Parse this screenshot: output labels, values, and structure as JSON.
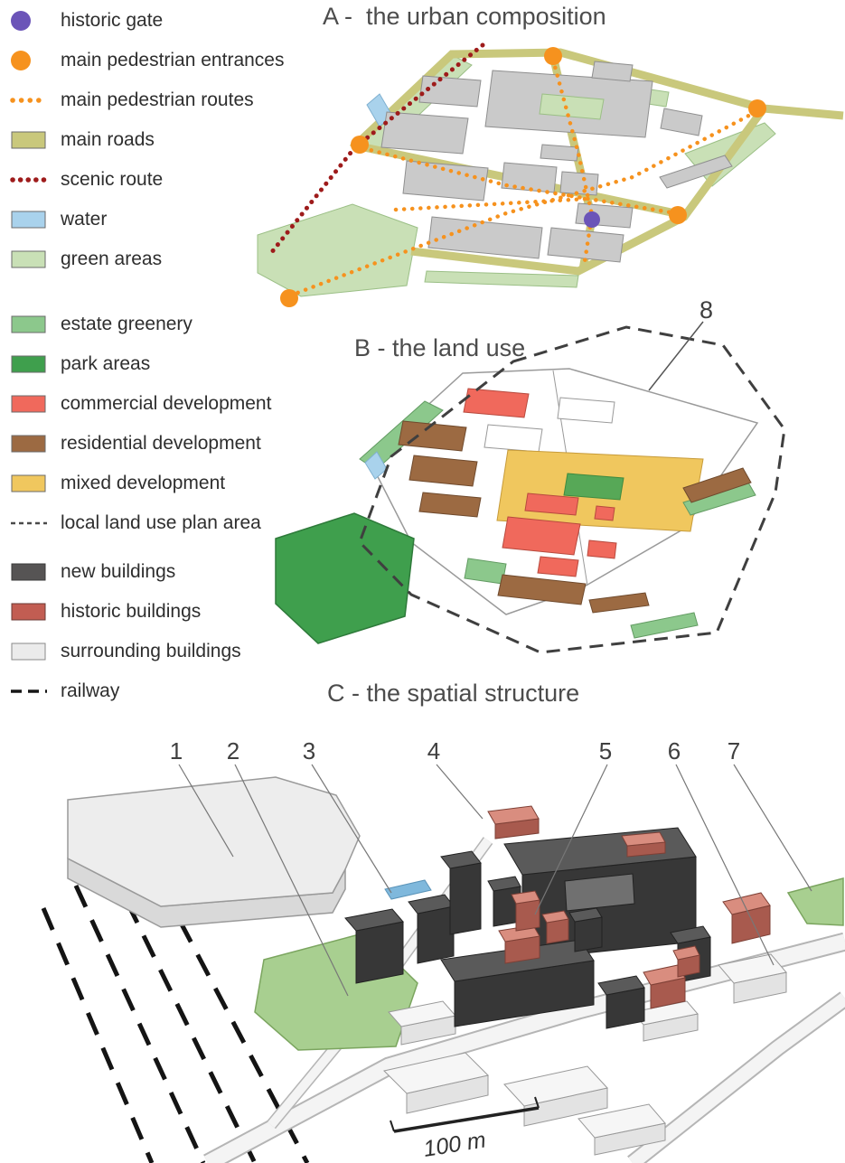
{
  "legend": {
    "groups": [
      {
        "items": [
          {
            "name": "historic-gate",
            "swatch": "circle",
            "color": "#6b54b8",
            "label": "historic gate"
          },
          {
            "name": "main-pedestrian-entrances",
            "swatch": "circle",
            "color": "#f6921e",
            "label": "main pedestrian entrances"
          },
          {
            "name": "main-pedestrian-routes",
            "swatch": "dotted-line",
            "color": "#f6921e",
            "label": "main pedestrian routes"
          },
          {
            "name": "main-roads",
            "swatch": "rect",
            "color": "#c9c87c",
            "label": "main roads"
          },
          {
            "name": "scenic-route",
            "swatch": "dotted-line",
            "color": "#9e1b1b",
            "label": "scenic route"
          },
          {
            "name": "water",
            "swatch": "rect",
            "color": "#a9d2ec",
            "label": "water"
          },
          {
            "name": "green-areas",
            "swatch": "rect",
            "color": "#c9e0b6",
            "label": "green areas"
          }
        ]
      },
      {
        "items": [
          {
            "name": "estate-greenery",
            "swatch": "rect",
            "color": "#8cc88c",
            "label": "estate greenery"
          },
          {
            "name": "park-areas",
            "swatch": "rect",
            "color": "#3f9f4d",
            "label": "park areas"
          },
          {
            "name": "commercial-development",
            "swatch": "rect",
            "color": "#f0695c",
            "label": "commercial development"
          },
          {
            "name": "residential-development",
            "swatch": "rect",
            "color": "#9c6a42",
            "label": "residential development"
          },
          {
            "name": "mixed-development",
            "swatch": "rect",
            "color": "#f0c75e",
            "label": "mixed development"
          },
          {
            "name": "local-land-use-plan-area",
            "swatch": "thin-dashed-line",
            "color": "#4a4a4a",
            "label": "local land use plan area"
          }
        ]
      },
      {
        "items": [
          {
            "name": "new-buildings",
            "swatch": "rect",
            "color": "#565454",
            "label": "new  buildings"
          },
          {
            "name": "historic-buildings",
            "swatch": "rect",
            "color": "#c25d52",
            "label": "historic buildings"
          },
          {
            "name": "surrounding-buildings",
            "swatch": "rect",
            "color": "#ebebeb",
            "label": "surrounding buildings"
          },
          {
            "name": "railway",
            "swatch": "dashed-line",
            "color": "#161616",
            "label": "railway"
          }
        ]
      }
    ]
  },
  "panels": {
    "a": {
      "title": "A -  the urban composition"
    },
    "b": {
      "title": "B - the land use",
      "area_label": "8"
    },
    "c": {
      "title": "C - the spatial structure",
      "labels": [
        "1",
        "2",
        "3",
        "4",
        "5",
        "6",
        "7"
      ],
      "scale_label": "100 m"
    }
  }
}
